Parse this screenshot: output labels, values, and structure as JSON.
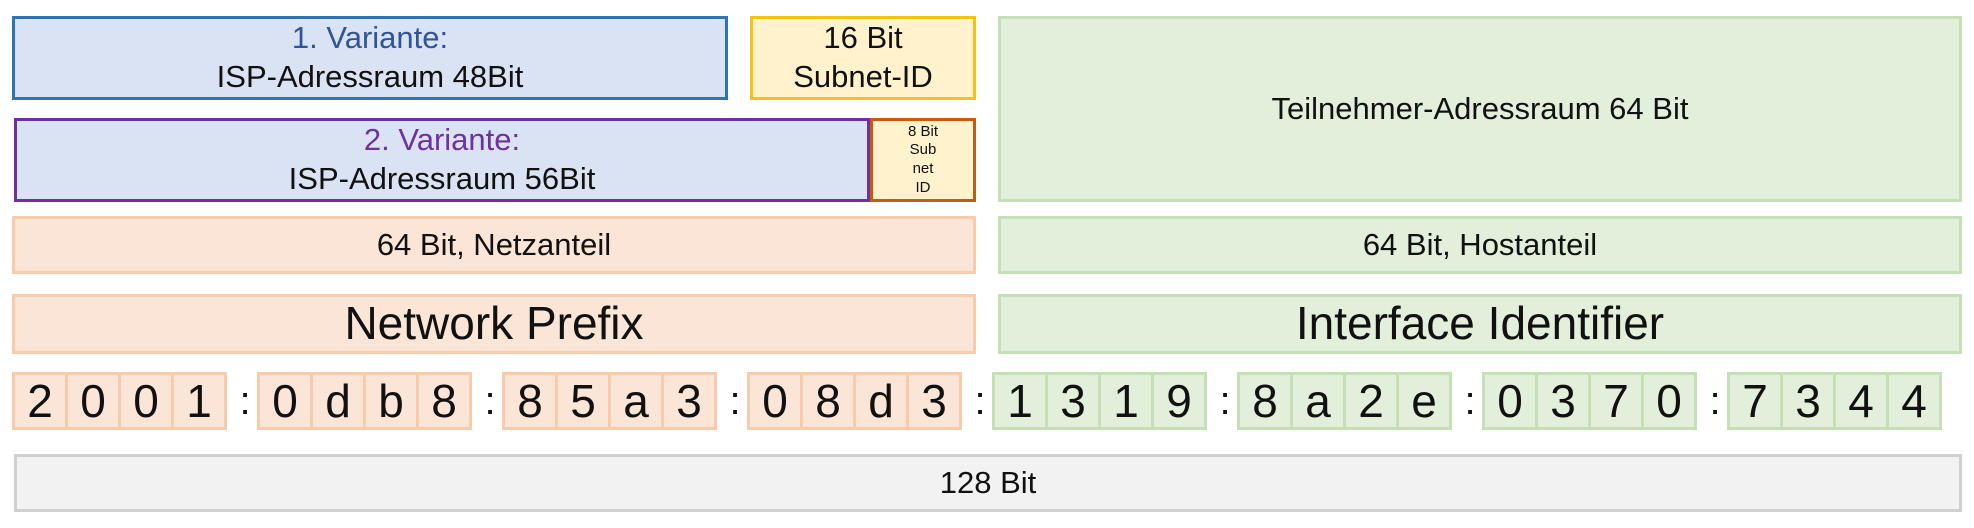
{
  "variant1": {
    "title": "1. Variante:",
    "label": "ISP-Adressraum 48Bit"
  },
  "subnet16": {
    "line1": "16 Bit",
    "line2": "Subnet-ID"
  },
  "variant2": {
    "title": "2. Variante:",
    "label": "ISP-Adressraum 56Bit"
  },
  "subnet8": {
    "line1": "8 Bit",
    "line2": "Sub",
    "line3": "net",
    "line4": "ID"
  },
  "subscriber_space": "Teilnehmer-Adressraum 64 Bit",
  "network_part": "64 Bit, Netzanteil",
  "host_part": "64 Bit, Hostanteil",
  "network_prefix": "Network Prefix",
  "interface_identifier": "Interface Identifier",
  "address_groups": [
    [
      "2",
      "0",
      "0",
      "1"
    ],
    [
      "0",
      "d",
      "b",
      "8"
    ],
    [
      "8",
      "5",
      "a",
      "3"
    ],
    [
      "0",
      "8",
      "d",
      "3"
    ],
    [
      "1",
      "3",
      "1",
      "9"
    ],
    [
      "8",
      "a",
      "2",
      "e"
    ],
    [
      "0",
      "3",
      "7",
      "0"
    ],
    [
      "7",
      "3",
      "4",
      "4"
    ]
  ],
  "separator": ":",
  "total_bits": "128 Bit",
  "colors": {
    "network": "#fbe5d6",
    "host": "#e2efda",
    "variant_fill": "#dae3f3",
    "variant1_border": "#2e75b6",
    "variant2_border": "#7030a0",
    "subnet_fill": "#fff2cc"
  }
}
